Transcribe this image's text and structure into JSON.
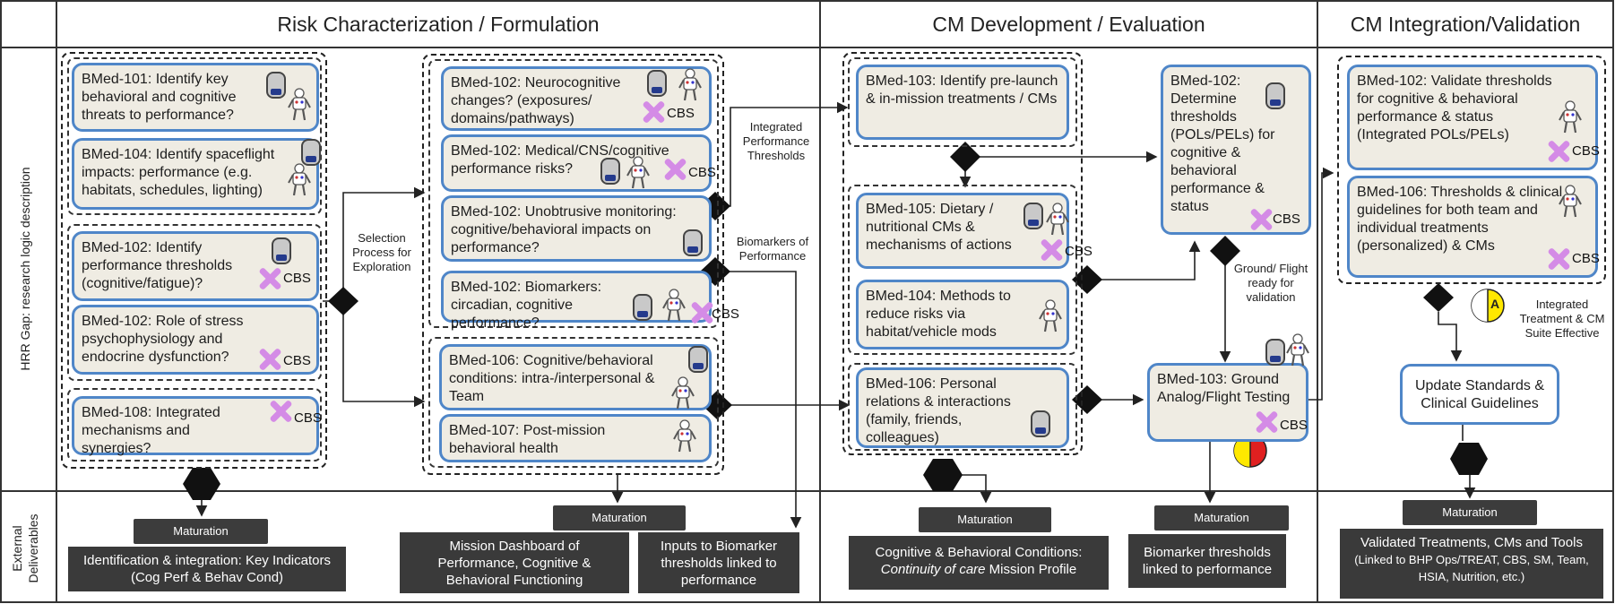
{
  "headers": {
    "col1": "Risk Characterization / Formulation",
    "col2": "CM Development  / Evaluation",
    "col3": "CM Integration/Validation"
  },
  "row_labels": {
    "row1": "HRR Gap: research logic description",
    "row2": "External Deliverables"
  },
  "tasks": {
    "t101": "BMed-101: Identify key behavioral and cognitive threats to performance?",
    "t104a": "BMed-104: Identify spaceflight impacts: performance (e.g. habitats, schedules, lighting)",
    "t102a": "BMed-102: Identify performance thresholds (cognitive/fatigue)?",
    "t102b": "BMed-102: Role of stress psychophysiology and endocrine dysfunction?",
    "t108": "BMed-108: Integrated mechanisms and synergies?",
    "t102c": "BMed-102: Neurocognitive changes? (exposures/ domains/pathways)",
    "t102d": "BMed-102: Medical/CNS/cognitive performance risks?",
    "t102e": "BMed-102: Unobtrusive monitoring: cognitive/behavioral impacts on performance?",
    "t102f": "BMed-102: Biomarkers: circadian, cognitive performance?",
    "t106a": "BMed-106: Cognitive/behavioral conditions: intra-/interpersonal & Team",
    "t107": "BMed-107: Post-mission behavioral health",
    "t103a": "BMed-103: Identify pre-launch & in-mission treatments / CMs",
    "t105": "BMed-105: Dietary / nutritional CMs & mechanisms of actions",
    "t104b": "BMed-104: Methods to reduce risks via habitat/vehicle mods",
    "t106b": "BMed-106: Personal relations & interactions (family, friends, colleagues)",
    "t102g": "BMed-102: Determine thresholds (POLs/PELs) for cognitive & behavioral performance & status",
    "t103b": "BMed-103: Ground Analog/Flight Testing",
    "t102h": "BMed-102: Validate thresholds for cognitive & behavioral performance & status (Integrated POLs/PELs)",
    "t106c": "BMed-106: Thresholds & clinical guidelines for both team and individual treatments (personalized) & CMs",
    "update": "Update Standards & Clinical Guidelines"
  },
  "labels": {
    "selection": "Selection Process for Exploration",
    "integrated_thresholds": "Integrated Performance Thresholds",
    "biomarkers": "Biomarkers of Performance",
    "ground_flight": "Ground/ Flight ready for validation",
    "integrated_treatment": "Integrated Treatment & CM Suite Effective",
    "cbs": "CBS",
    "milestone_a": "A",
    "maturation": "Maturation"
  },
  "deliverables": {
    "d1": "Identification & integration:  Key Indicators (Cog Perf & Behav Cond)",
    "d2": "Mission Dashboard of Performance, Cognitive & Behavioral Functioning",
    "d3": "Inputs to Biomarker thresholds linked to performance",
    "d4a": "Cognitive & Behavioral Conditions:",
    "d4b": "Continuity of care",
    "d4c": " Mission Profile",
    "d5": "Biomarker thresholds linked to performance",
    "d6a": "Validated Treatments, CMs and Tools",
    "d6b": " (Linked to BHP Ops/TREAT, CBS, SM, Team, HSIA, Nutrition, etc.)"
  },
  "colors": {
    "box_border": "#4f86c8",
    "box_fill": "#efece3",
    "cbs_mark": "#d48be6",
    "dark": "#3a3a3a",
    "milestone_yellow": "#ffe800",
    "milestone_red": "#e02020"
  }
}
